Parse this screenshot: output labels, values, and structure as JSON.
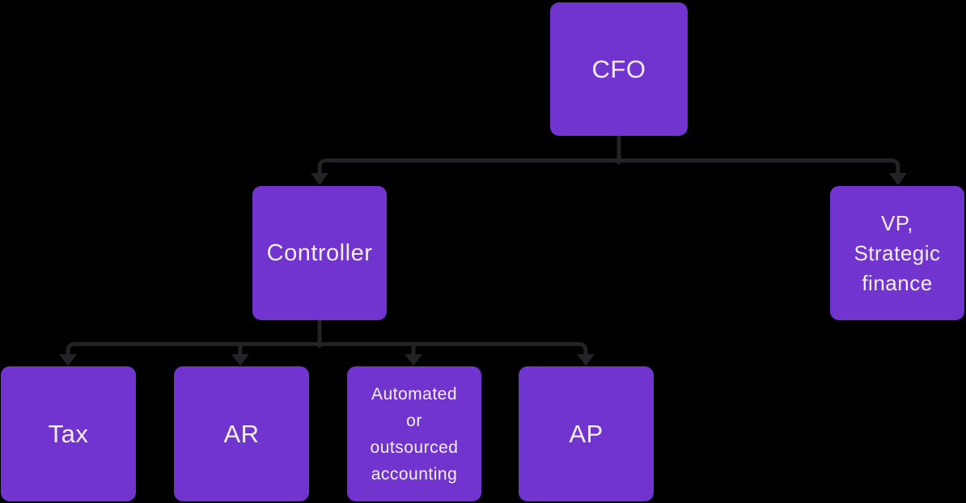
{
  "diagram": {
    "type": "org-chart",
    "colors": {
      "background": "#000000",
      "node_fill": "#7134CE",
      "node_text": "#F2EFF8",
      "connector": "#232327"
    },
    "nodes": {
      "cfo": {
        "label": "CFO",
        "parent": null
      },
      "controller": {
        "label": "Controller",
        "parent": "cfo"
      },
      "vp_strategic_finance": {
        "label": "VP, Strategic finance",
        "label_lines": [
          "VP,",
          "Strategic",
          "finance"
        ],
        "parent": "cfo"
      },
      "tax": {
        "label": "Tax",
        "parent": "controller"
      },
      "ar": {
        "label": "AR",
        "parent": "controller"
      },
      "automated_or_outsourced_accounting": {
        "label": "Automated or outsourced accounting",
        "label_lines": [
          "Automated",
          "or",
          "outsourced",
          "accounting"
        ],
        "parent": "controller"
      },
      "ap": {
        "label": "AP",
        "parent": "controller"
      }
    },
    "edges": [
      {
        "from": "cfo",
        "to": "controller"
      },
      {
        "from": "cfo",
        "to": "vp_strategic_finance"
      },
      {
        "from": "controller",
        "to": "tax"
      },
      {
        "from": "controller",
        "to": "ar"
      },
      {
        "from": "controller",
        "to": "automated_or_outsourced_accounting"
      },
      {
        "from": "controller",
        "to": "ap"
      }
    ]
  }
}
